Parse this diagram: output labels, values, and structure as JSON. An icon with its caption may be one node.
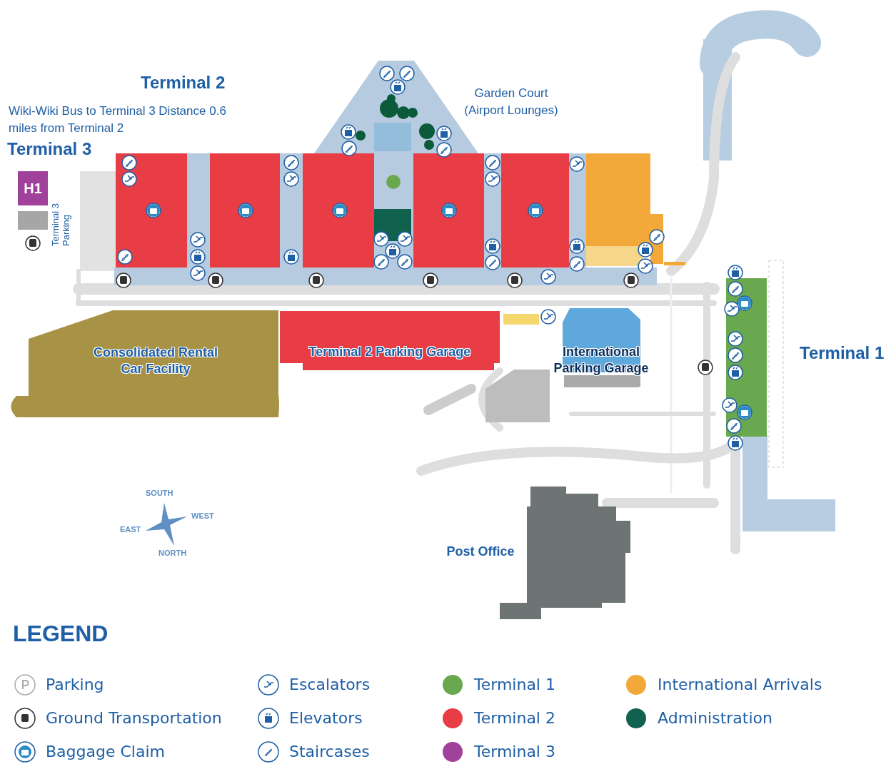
{
  "diagram": {
    "title": "Terminal 2",
    "nodes": [
      {
        "text": [
          "H1"
        ]
      },
      {
        "text": [
          "Consolidated Rental Car Facility"
        ]
      },
      {
        "text": [
          "Terminal 2 Parking Garage"
        ]
      },
      {
        "text": [
          "International Parking Garage"
        ]
      },
      {
        "text": [
          "Post Office"
        ]
      }
    ],
    "labels": [
      "Wiki-Wiki Bus to Terminal 3 Distance 0.6 miles from Terminal 2",
      "Terminal 3",
      "Terminal 3 Parking",
      "Garden Court (Airport Lounges)",
      "Terminal 1",
      "SOUTH",
      "WEST",
      "EAST",
      "NORTH",
      "LEGEND"
    ],
    "legend": [
      {
        "text": "Parking"
      },
      {
        "text": "Ground Transportation"
      },
      {
        "text": "Baggage Claim"
      },
      {
        "text": "Escalators"
      },
      {
        "text": "Elevators"
      },
      {
        "text": "Staircases"
      },
      {
        "text": "Terminal 1",
        "color": "#6aa84f"
      },
      {
        "text": "Terminal 2",
        "color": "#e83d45"
      },
      {
        "text": "Terminal 3",
        "color": "#a0419a"
      },
      {
        "text": "International Arrivals",
        "color": "#f3a93a"
      },
      {
        "text": "Administration",
        "color": "#11614f"
      }
    ]
  }
}
